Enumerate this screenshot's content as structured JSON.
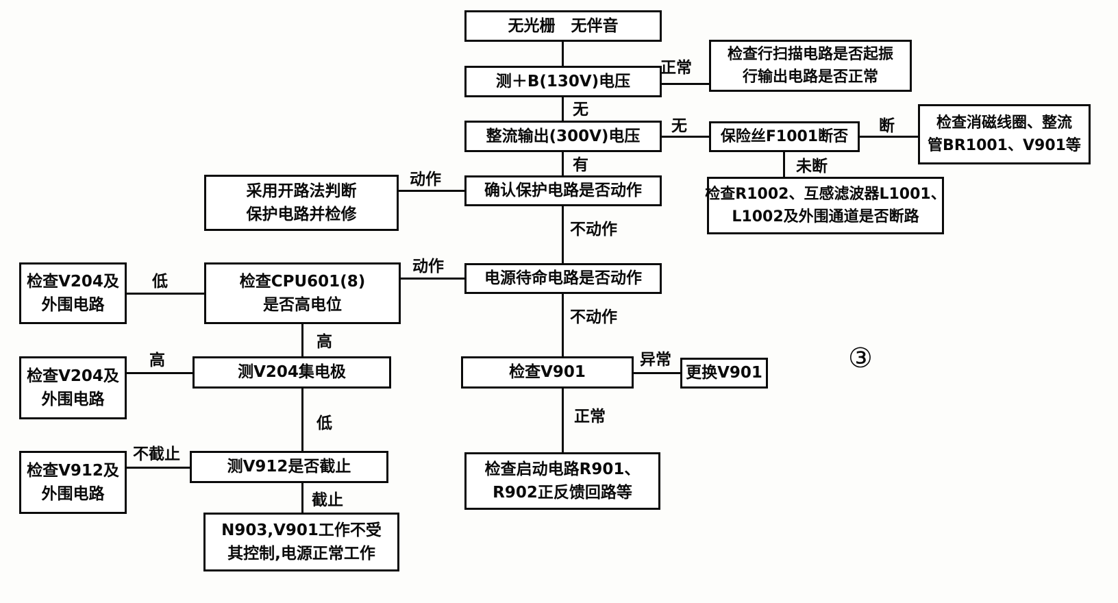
{
  "nodes": {
    "no_raster": {
      "lines": [
        "无光栅　无伴音"
      ]
    },
    "measure_b": {
      "lines": [
        "测＋B(130V)电压"
      ]
    },
    "hscan": {
      "lines": [
        "检查行扫描电路是否起振",
        "行输出电路是否正常"
      ]
    },
    "rect_out": {
      "lines": [
        "整流输出(300V)电压"
      ]
    },
    "fuse": {
      "lines": [
        "保险丝F1001断否"
      ]
    },
    "degauss": {
      "lines": [
        "检查消磁线圈、整流",
        "管BR1001、V901等"
      ]
    },
    "open_method": {
      "lines": [
        "采用开路法判断",
        "保护电路并检修"
      ]
    },
    "confirm_prot": {
      "lines": [
        "确认保护电路是否动作"
      ]
    },
    "r1002": {
      "lines": [
        "检查R1002、互感滤波器L1001、",
        "L1002及外围通道是否断路"
      ]
    },
    "check_cpu": {
      "lines": [
        "检查CPU601(8)",
        "是否高电位"
      ]
    },
    "standby": {
      "lines": [
        "电源待命电路是否动作"
      ]
    },
    "v204_1": {
      "lines": [
        "检查V204及",
        "外围电路"
      ]
    },
    "v204_2": {
      "lines": [
        "检查V204及",
        "外围电路"
      ]
    },
    "meas_v204": {
      "lines": [
        "测V204集电极"
      ]
    },
    "v912": {
      "lines": [
        "检查V912及",
        "外围电路"
      ]
    },
    "meas_v912": {
      "lines": [
        "测V912是否截止"
      ]
    },
    "n903": {
      "lines": [
        "N903,V901工作不受",
        "其控制,电源正常工作"
      ]
    },
    "check_v901": {
      "lines": [
        "检查V901"
      ]
    },
    "replace_v901": {
      "lines": [
        "更换V901"
      ]
    },
    "start_circuit": {
      "lines": [
        "检查启动电路R901、",
        "R902正反馈回路等"
      ]
    }
  },
  "labels": {
    "normal1": "正常",
    "none1": "无",
    "none2": "无",
    "broken": "断",
    "have": "有",
    "not_broken": "未断",
    "act1": "动作",
    "not_act1": "不动作",
    "act2": "动作",
    "not_act2": "不动作",
    "low1": "低",
    "high1": "高",
    "high2": "高",
    "low2": "低",
    "not_cutoff": "不截止",
    "cutoff": "截止",
    "abnormal": "异常",
    "normal2": "正常",
    "marker": "③"
  },
  "colors": {
    "line": "#0a0a0a",
    "background": "#fdfdfb",
    "box_fill": "#ffffff"
  }
}
